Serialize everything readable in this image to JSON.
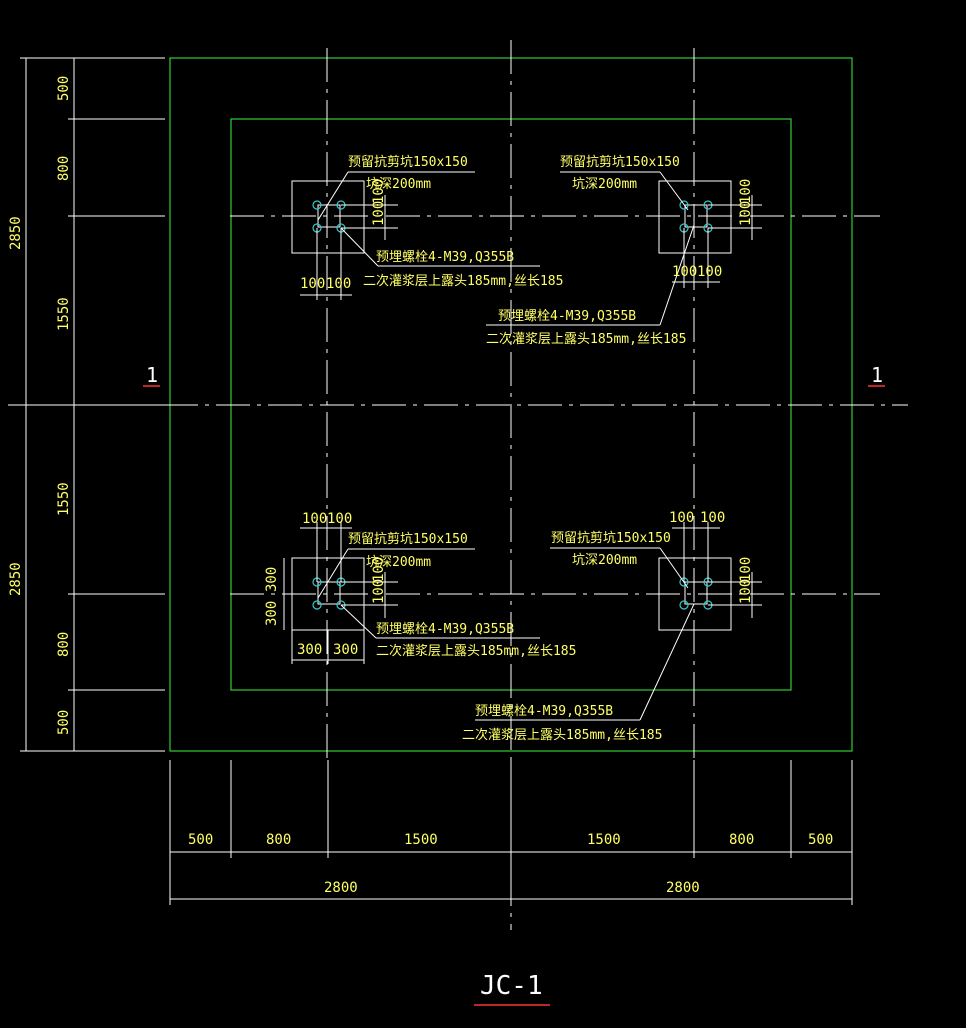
{
  "drawing": {
    "title": "JC-1",
    "section_mark": "1",
    "colors": {
      "background": "#000000",
      "outline": "#33cc33",
      "dimension_text": "#ffff66",
      "lines": "#ffffff",
      "bolts": "#33cccc",
      "title_underline": "#ff3333",
      "section_mark_underline": "#ff3333"
    },
    "dims_bottom_segments": [
      "500",
      "800",
      "1500",
      "1500",
      "800",
      "500"
    ],
    "dims_bottom_totals": [
      "2800",
      "2800"
    ],
    "dims_left_segments": [
      "500",
      "800",
      "1550",
      "1550",
      "800",
      "500"
    ],
    "dims_left_totals": [
      "2850",
      "2850"
    ],
    "anchors": {
      "pit_line1": "预留抗剪坑150x150",
      "pit_line2": "坑深200mm",
      "bolt_line1": "预埋螺栓4-M39,Q355B",
      "bolt_line2_a": "二次灌浆层上露头185mm,丝长185",
      "bolt_line2_b": "二次灌浆层上露头185mm,丝长185",
      "bolt_spacing": "100",
      "plate_size": "300"
    }
  }
}
